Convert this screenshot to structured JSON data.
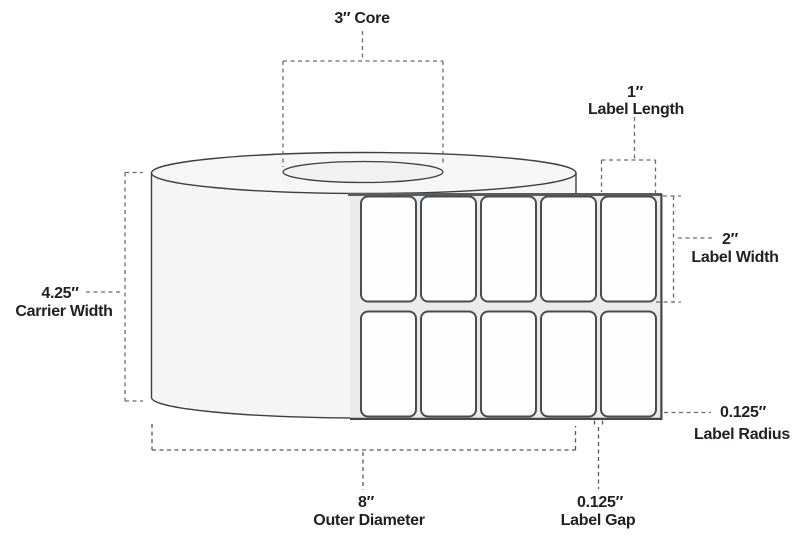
{
  "page": {
    "background": "#ffffff"
  },
  "diagram": {
    "subject": "label-roll-dimensions",
    "colors": {
      "outline": "#3d3e40",
      "label_border": "#4a4c4e",
      "roll_fill": "#f5f5f6",
      "strip_fill": "#ebebec",
      "dash_line": "#6b6b6b",
      "text": "#231f20"
    },
    "annotations": {
      "core": {
        "text": "3″ Core"
      },
      "label_length": {
        "value": "1″",
        "label": "Label Length"
      },
      "label_width": {
        "value": "2″",
        "label": "Label Width"
      },
      "carrier_width": {
        "value": "4.25″",
        "label": "Carrier Width"
      },
      "outer_diameter": {
        "value": "8″",
        "label": "Outer Diameter"
      },
      "label_gap": {
        "value": "0.125″",
        "label": "Label Gap"
      },
      "label_radius": {
        "value": "0.125″",
        "label": "Label Radius"
      }
    }
  }
}
